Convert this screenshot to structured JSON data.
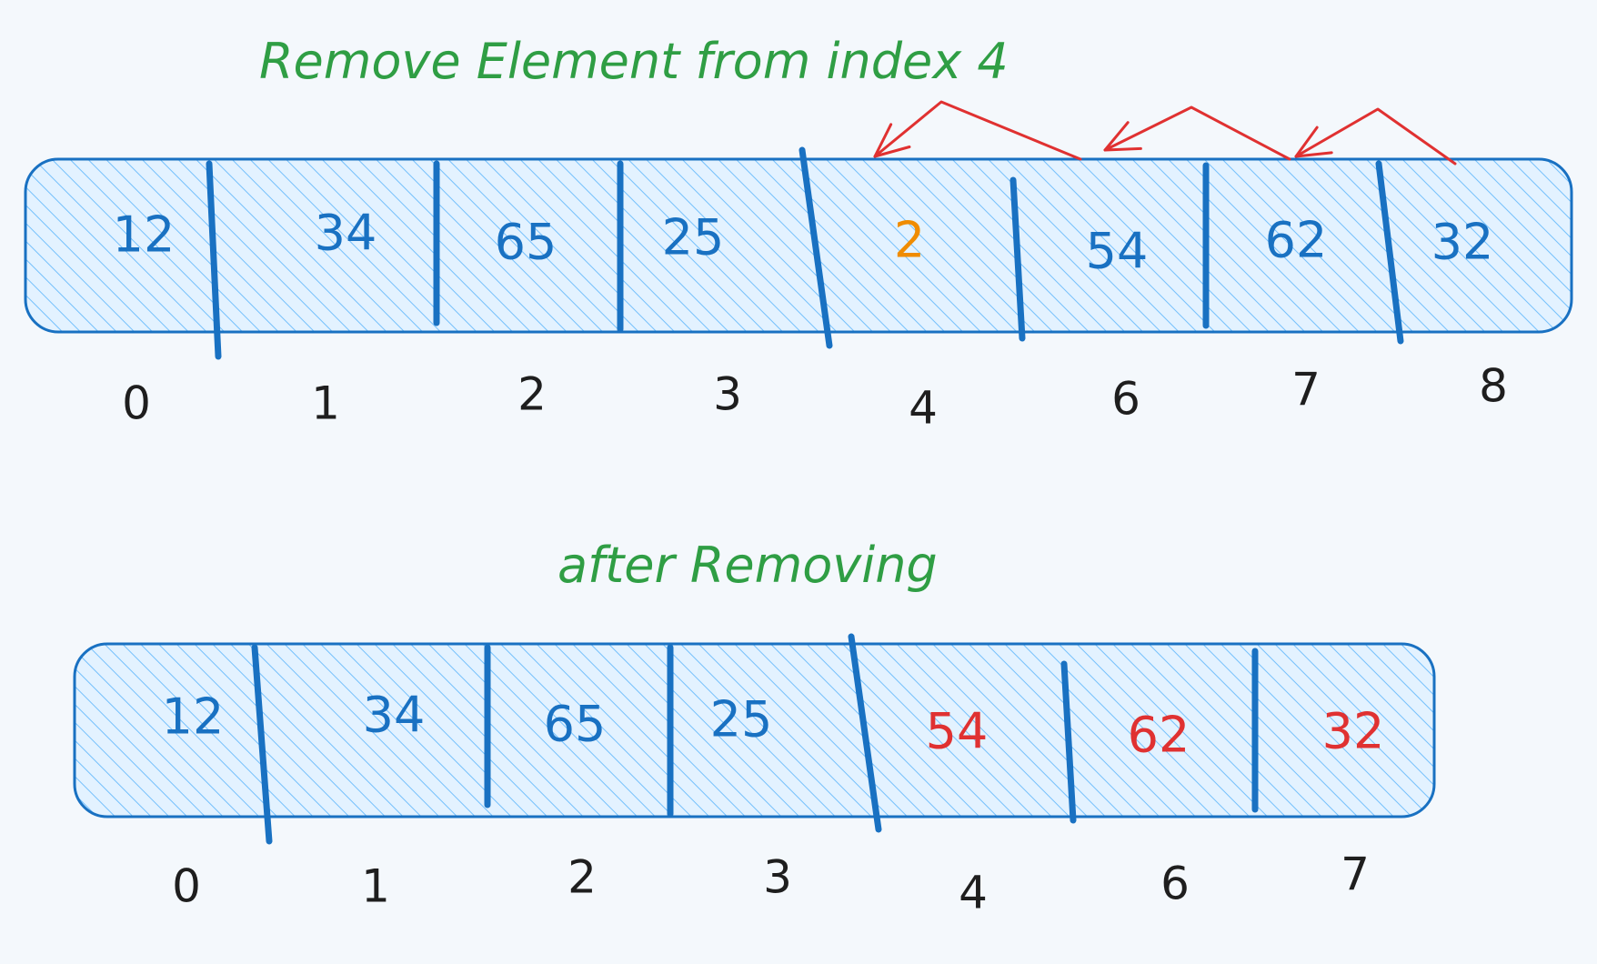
{
  "title": "Remove Element from index 4",
  "subtitle": "after Removing",
  "colors": {
    "background": "#f4f8fc",
    "array_fill": "#a5d8ff",
    "array_stroke": "#1971c2",
    "normal_text": "#1971c2",
    "removed_text": "#f08c00",
    "shifted_text": "#e03131",
    "arrow": "#e03131",
    "title": "#2f9e44",
    "index_text": "#1e1e1e"
  },
  "before": {
    "cells": [
      {
        "value": "12",
        "state": "normal"
      },
      {
        "value": "34",
        "state": "normal"
      },
      {
        "value": "65",
        "state": "normal"
      },
      {
        "value": "25",
        "state": "normal"
      },
      {
        "value": "2",
        "state": "removed"
      },
      {
        "value": "54",
        "state": "normal"
      },
      {
        "value": "62",
        "state": "normal"
      },
      {
        "value": "32",
        "state": "normal"
      }
    ],
    "indices": [
      "0",
      "1",
      "2",
      "3",
      "4",
      "6",
      "7",
      "8"
    ]
  },
  "after": {
    "cells": [
      {
        "value": "12",
        "state": "normal"
      },
      {
        "value": "34",
        "state": "normal"
      },
      {
        "value": "65",
        "state": "normal"
      },
      {
        "value": "25",
        "state": "normal"
      },
      {
        "value": "54",
        "state": "shifted"
      },
      {
        "value": "62",
        "state": "shifted"
      },
      {
        "value": "32",
        "state": "shifted"
      }
    ],
    "indices": [
      "0",
      "1",
      "2",
      "3",
      "4",
      "6",
      "7"
    ]
  },
  "shift_arrows": [
    {
      "from_cell": 5,
      "to_cell": 4
    },
    {
      "from_cell": 6,
      "to_cell": 5
    },
    {
      "from_cell": 7,
      "to_cell": 6
    }
  ]
}
